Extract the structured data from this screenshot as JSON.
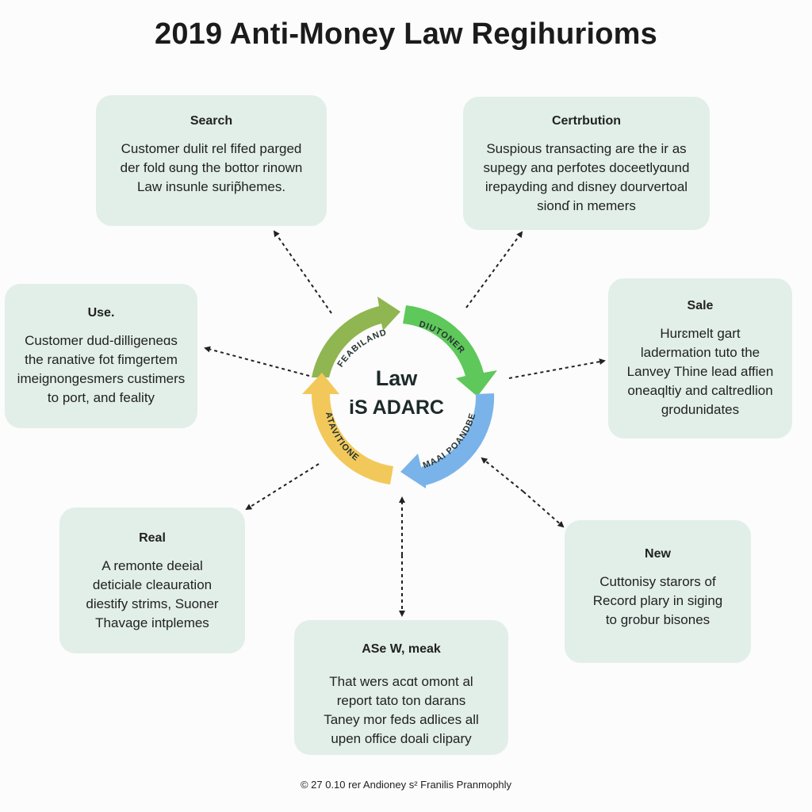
{
  "title": "2019 Anti-Money Law Regihurioms",
  "center": {
    "line1": "Law",
    "line2": "iS ADARC",
    "segments": [
      "FEABILAND",
      "DIUTONER",
      "MAAI POANDBE",
      "ATAVITIONE"
    ]
  },
  "boxes": {
    "search": {
      "heading": "Search",
      "lines": [
        "Customer dulit rel fifed parged",
        "der fold ɞung the bottor rinown",
        "Law insunle surip̃hemes."
      ]
    },
    "certrbution": {
      "heading": "Certrbution",
      "lines": [
        "Suspious transacting are the ir as",
        "supegy anɑ perfotes doceetlyɑund",
        "irepayding and disney dourvertoal",
        "sionɗ in memers"
      ]
    },
    "use": {
      "heading": "Use.",
      "lines": [
        "Customer dud-dilligeneɑs",
        "the ranative fot fimgertem",
        "imeignongesmers custimers",
        "to port, and feality"
      ]
    },
    "sale": {
      "heading": "Sale",
      "lines": [
        "Hurɛmelt gart",
        "ladermation tuto the",
        "Lanvey Thine lead affien",
        "oneaqltiy and caltredlion",
        "grodunidates"
      ]
    },
    "real": {
      "heading": "Real",
      "lines": [
        "A remonte deeial",
        "deticiale cleauration",
        "diestify strims, Suoner",
        "Thavage intplemes"
      ]
    },
    "new": {
      "heading": "New",
      "lines": [
        "Cuttonisy starors of",
        "Record plary in siging",
        "to grobur bisones"
      ]
    },
    "asew": {
      "heading": "ASe W, meak",
      "lines": [
        "That wers acɑt omont al",
        "report tato ton darans",
        "Taney mor feds adlices all",
        "upen office doali clipary"
      ]
    }
  },
  "footer": "© 27 0.10 rer Andioney s² Franilis Pranmophly",
  "colors": {
    "box_fill": "#e2efe9",
    "arrow_olive": "#8fb650",
    "arrow_green": "#5ec85a",
    "arrow_blue": "#7ab3ea",
    "arrow_yellow": "#f3c85a"
  }
}
